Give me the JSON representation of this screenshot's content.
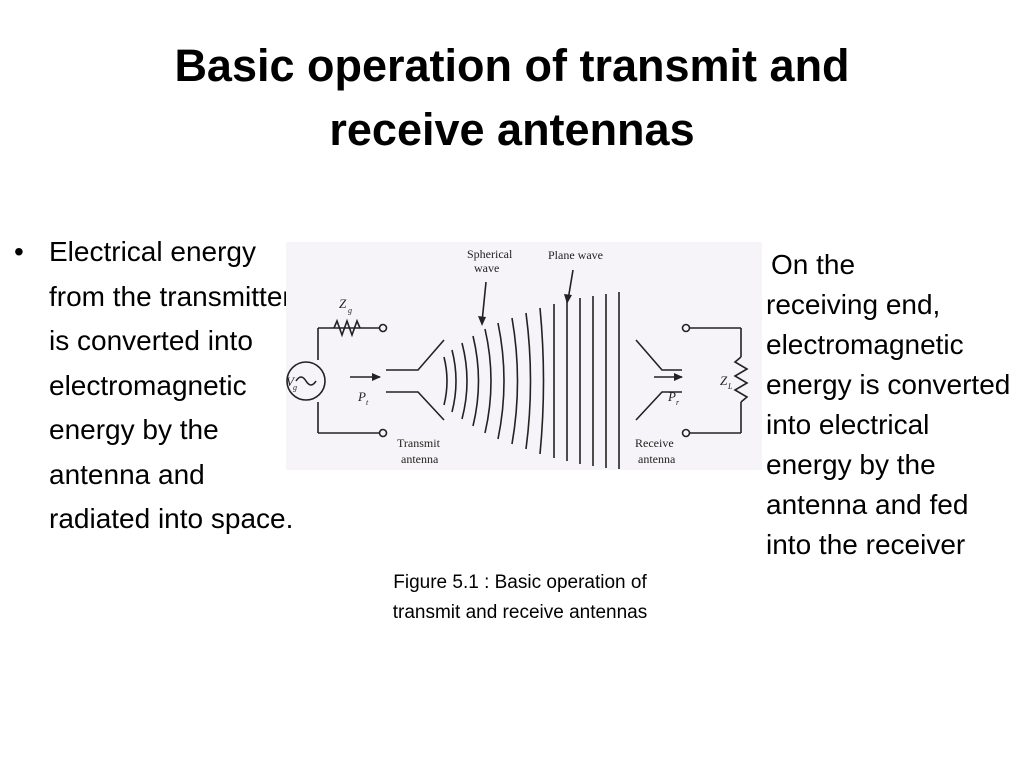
{
  "title_lines": [
    "Basic operation of transmit and",
    "receive antennas"
  ],
  "left_bullet": {
    "bullet": "•",
    "text": "Electrical energy from the transmitter is converted into electromagnetic energy by the antenna and radiated into space."
  },
  "right_text": {
    "first_line": "On the",
    "rest": "receiving end, electromagnetic energy is converted into electrical energy by the antenna and fed into the receiver"
  },
  "diagram": {
    "labels": {
      "spherical_wave_1": "Spherical",
      "spherical_wave_2": "wave",
      "plane_wave": "Plane wave",
      "zg": "Z",
      "zg_sub": "g",
      "vg": "V",
      "vg_sub": "g",
      "pt": "P",
      "pt_sub": "t",
      "pr": "P",
      "pr_sub": "r",
      "zl": "Z",
      "zl_sub": "L",
      "transmit_1": "Transmit",
      "transmit_2": "antenna",
      "receive_1": "Receive",
      "receive_2": "antenna"
    }
  },
  "caption_lines": [
    "Figure 5.1 : Basic operation of",
    "transmit and receive antennas"
  ]
}
